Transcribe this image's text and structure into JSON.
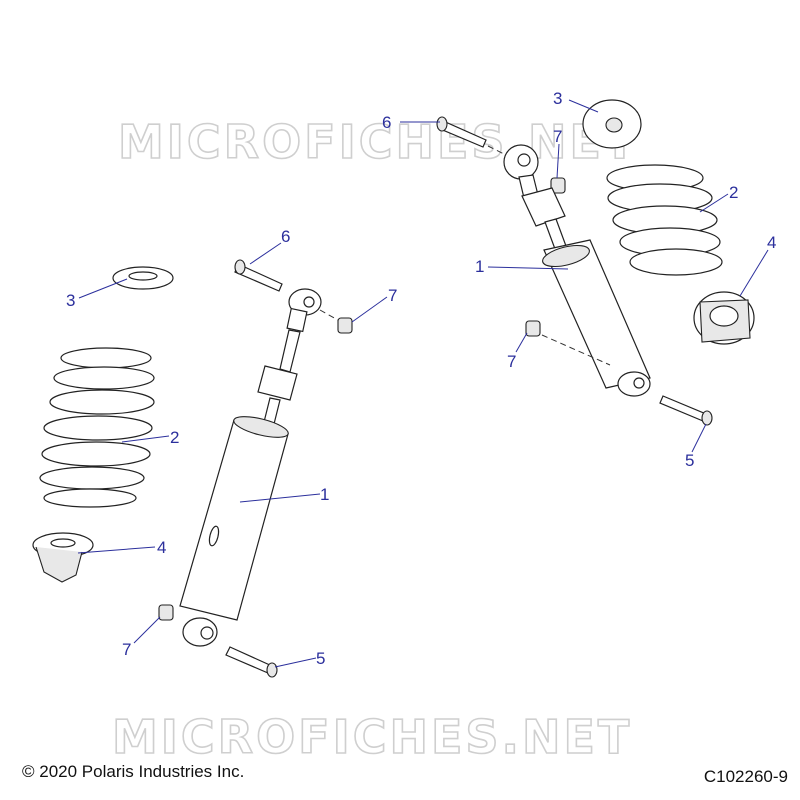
{
  "watermark": "MICROFICHES.NET",
  "callouts": {
    "left_shock": "1",
    "left_spring": "2",
    "left_retainer": "3",
    "left_seat": "4",
    "left_bolt_lower": "5",
    "left_bolt_upper": "6",
    "left_nut_upper": "7",
    "left_nut_lower": "7",
    "right_shock": "1",
    "right_spring": "2",
    "right_retainer": "3",
    "right_seat": "4",
    "right_bolt_lower": "5",
    "right_bolt_upper": "6",
    "right_nut_upper": "7",
    "right_nut_lower": "7"
  },
  "footer": {
    "copyright": "© 2020 Polaris Industries Inc.",
    "figure_id": "C102260-9"
  }
}
